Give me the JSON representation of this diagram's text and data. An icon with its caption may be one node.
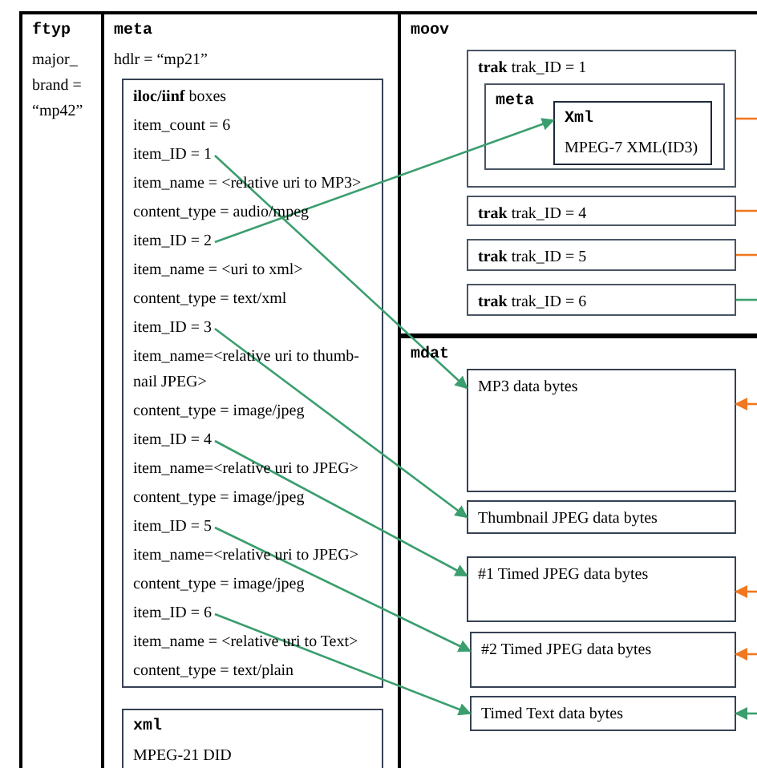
{
  "diagram": {
    "nodes": [
      {
        "text": [
          "ftyp",
          "major_ brand = “mp42”"
        ]
      },
      {
        "text": [
          "meta",
          "hdlr = “mp21”"
        ]
      },
      {
        "text": [
          "**iloc/iinf** boxes"
        ],
        "in": 1
      },
      {
        "text": [
          "item_count = 6"
        ],
        "in": 2
      },
      {
        "text": [
          "item_ID = 1"
        ],
        "in": 2
      },
      {
        "text": [
          "item_name = <relative uri to MP3>"
        ],
        "in": 2
      },
      {
        "text": [
          "content_type = audio/mpeg"
        ],
        "in": 2
      },
      {
        "text": [
          "item_ID = 2"
        ],
        "in": 2
      },
      {
        "text": [
          "item_name = <uri to xml>"
        ],
        "in": 2
      },
      {
        "text": [
          "content_type = text/xml"
        ],
        "in": 2
      },
      {
        "text": [
          "item_ID = 3"
        ],
        "in": 2
      },
      {
        "text": [
          "item_name=<relative uri to thumb- nail JPEG>"
        ],
        "in": 2
      },
      {
        "text": [
          "content_type = image/jpeg"
        ],
        "in": 2
      },
      {
        "text": [
          "item_ID = 4"
        ],
        "in": 2
      },
      {
        "text": [
          "item_name=<relative uri to JPEG>"
        ],
        "in": 2
      },
      {
        "text": [
          "content_type = image/jpeg"
        ],
        "in": 2
      },
      {
        "text": [
          "item_ID = 5"
        ],
        "in": 2
      },
      {
        "text": [
          "item_name=<relative uri to JPEG>"
        ],
        "in": 2
      },
      {
        "text": [
          "content_type = image/jpeg"
        ],
        "in": 2
      },
      {
        "text": [
          "item_ID = 6"
        ],
        "in": 2
      },
      {
        "text": [
          "item_name = <relative uri to Text>"
        ],
        "in": 2
      },
      {
        "text": [
          "content_type = text/plain"
        ],
        "in": 2
      },
      {
        "text": [
          "xml",
          "MPEG-21 DID"
        ],
        "in": 1
      },
      {
        "text": [
          "moov"
        ]
      },
      {
        "text": [
          "**trak** trak_ID = 1"
        ],
        "in": 23
      },
      {
        "text": [
          "meta"
        ],
        "in": 24
      },
      {
        "text": [
          "Xml",
          "MPEG-7 XML(ID3)"
        ],
        "in": 25
      },
      {
        "text": [
          "**trak** trak_ID = 4"
        ],
        "in": 23
      },
      {
        "text": [
          "**trak** trak_ID = 5"
        ],
        "in": 23
      },
      {
        "text": [
          "**trak** trak_ID = 6"
        ],
        "in": 23
      },
      {
        "text": [
          "mdat"
        ]
      },
      {
        "text": [
          "MP3 data bytes"
        ],
        "in": 30
      },
      {
        "text": [
          "Thumbnail JPEG data bytes"
        ],
        "in": 30
      },
      {
        "text": [
          "#1 Timed JPEG data bytes"
        ],
        "in": 30
      },
      {
        "text": [
          "#2 Timed JPEG data bytes"
        ],
        "in": 30
      },
      {
        "text": [
          "Timed Text data bytes"
        ],
        "in": 30
      }
    ],
    "edges": [
      {
        "from": 4,
        "to": 31,
        "arrow": "to"
      },
      {
        "from": 7,
        "to": 26,
        "arrow": "to"
      },
      {
        "from": 10,
        "to": 32,
        "arrow": "to"
      },
      {
        "from": 13,
        "to": 33,
        "arrow": "to"
      },
      {
        "from": 16,
        "to": 34,
        "arrow": "to"
      },
      {
        "from": 19,
        "to": 35,
        "arrow": "to"
      },
      {
        "from": 24,
        "to": null,
        "arrow": "none",
        "color": "#f07820"
      },
      {
        "from": 27,
        "to": null,
        "arrow": "none",
        "color": "#f07820"
      },
      {
        "from": 28,
        "to": null,
        "arrow": "none",
        "color": "#f07820"
      },
      {
        "from": 29,
        "to": null,
        "arrow": "none"
      },
      {
        "from": null,
        "to": 31,
        "arrow": "to",
        "color": "#f07820"
      },
      {
        "from": null,
        "to": 33,
        "arrow": "to",
        "color": "#f07820"
      },
      {
        "from": null,
        "to": 34,
        "arrow": "to",
        "color": "#f07820"
      },
      {
        "from": null,
        "to": 35,
        "arrow": "to"
      }
    ]
  }
}
